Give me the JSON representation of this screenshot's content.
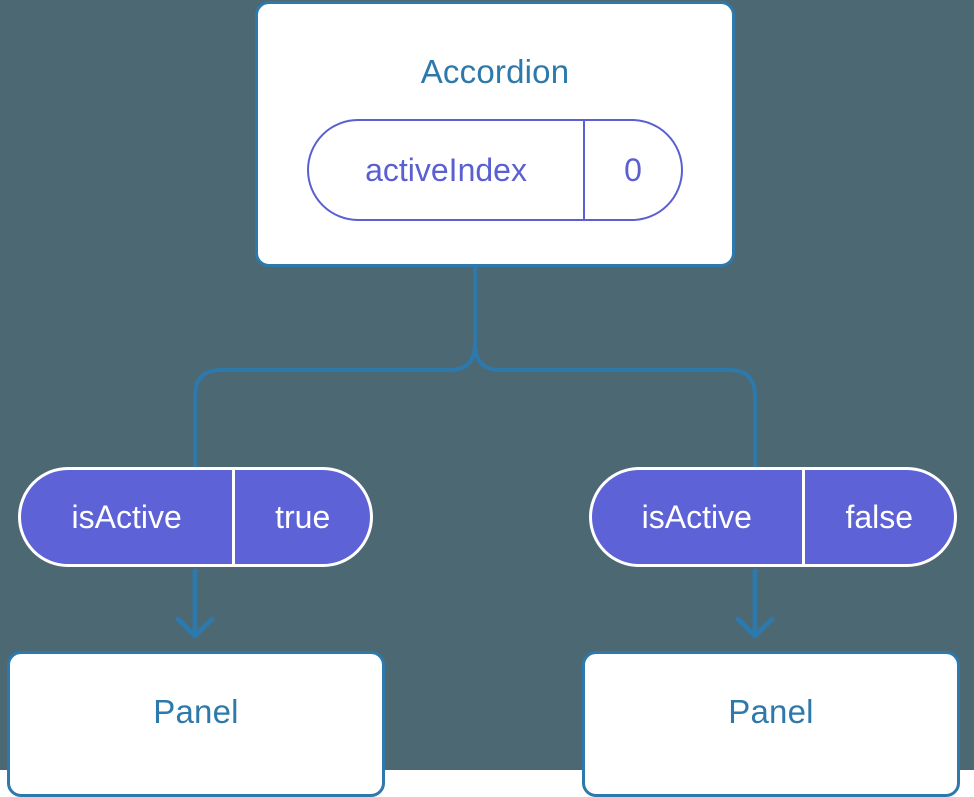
{
  "diagram": {
    "type": "component-state-tree",
    "background_color": "#4c6873",
    "accent_blue": "#2e79ab",
    "accent_purple": "#5d62d6",
    "nodes": {
      "root": {
        "title": "Accordion",
        "state_pill": {
          "key": "activeIndex",
          "value": "0"
        }
      },
      "branches": [
        {
          "prop_pill": {
            "key": "isActive",
            "value": "true"
          },
          "child": {
            "title": "Panel"
          }
        },
        {
          "prop_pill": {
            "key": "isActive",
            "value": "false"
          },
          "child": {
            "title": "Panel"
          }
        }
      ]
    }
  }
}
